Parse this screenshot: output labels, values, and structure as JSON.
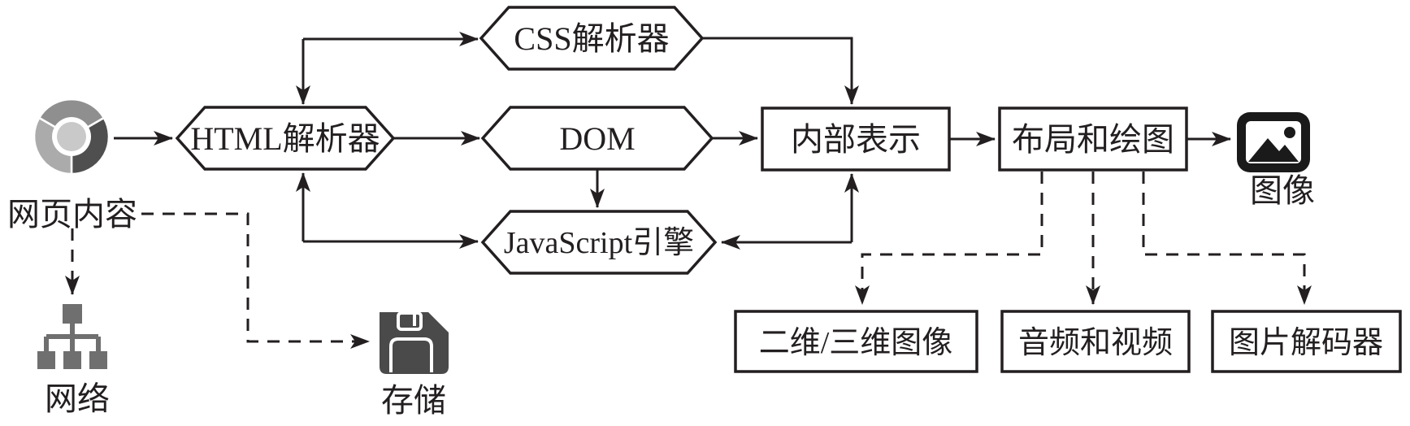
{
  "diagram": {
    "nodes": {
      "web_content": {
        "label": "网页内容"
      },
      "html_parser": {
        "label": "HTML解析器"
      },
      "css_parser": {
        "label": "CSS解析器"
      },
      "dom": {
        "label": "DOM"
      },
      "js_engine": {
        "label": "JavaScript引擎"
      },
      "internal_representation": {
        "label": "内部表示"
      },
      "layout_drawing": {
        "label": "布局和绘图"
      },
      "image_output": {
        "label": "图像"
      },
      "network": {
        "label": "网络"
      },
      "storage": {
        "label": "存储"
      },
      "graphics_2d_3d": {
        "label": "二维/三维图像"
      },
      "audio_video": {
        "label": "音频和视频"
      },
      "image_decoder": {
        "label": "图片解码器"
      }
    },
    "icons": {
      "web_content": "chrome-browser-icon",
      "network": "network-tree-icon",
      "storage": "floppy-disk-icon",
      "image_output": "picture-icon"
    },
    "edges": [
      {
        "from": "web_content",
        "to": "html_parser",
        "style": "solid",
        "bidirectional": false
      },
      {
        "from": "html_parser",
        "to": "css_parser",
        "style": "solid",
        "bidirectional": true
      },
      {
        "from": "html_parser",
        "to": "dom",
        "style": "solid",
        "bidirectional": false
      },
      {
        "from": "html_parser",
        "to": "js_engine",
        "style": "solid",
        "bidirectional": true
      },
      {
        "from": "css_parser",
        "to": "internal_representation",
        "style": "solid",
        "bidirectional": false
      },
      {
        "from": "dom",
        "to": "internal_representation",
        "style": "solid",
        "bidirectional": false
      },
      {
        "from": "dom",
        "to": "js_engine",
        "style": "solid",
        "bidirectional": false
      },
      {
        "from": "js_engine",
        "to": "internal_representation",
        "style": "solid",
        "bidirectional": true
      },
      {
        "from": "internal_representation",
        "to": "layout_drawing",
        "style": "solid",
        "bidirectional": false
      },
      {
        "from": "layout_drawing",
        "to": "image_output",
        "style": "solid",
        "bidirectional": false
      },
      {
        "from": "web_content",
        "to": "network",
        "style": "dashed",
        "bidirectional": false
      },
      {
        "from": "web_content",
        "to": "storage",
        "style": "dashed",
        "bidirectional": false
      },
      {
        "from": "layout_drawing",
        "to": "graphics_2d_3d",
        "style": "dashed",
        "bidirectional": false
      },
      {
        "from": "layout_drawing",
        "to": "audio_video",
        "style": "dashed",
        "bidirectional": false
      },
      {
        "from": "layout_drawing",
        "to": "image_decoder",
        "style": "dashed",
        "bidirectional": false
      }
    ],
    "colors": {
      "ink": "#231f20",
      "background": "#ffffff",
      "browser_icon_dark": "#4f4f4f",
      "browser_icon_mid": "#8f8f8f",
      "browser_icon_light": "#ababab",
      "browser_icon_center": "#c9c9c9",
      "network_icon": "#6f6f6f",
      "storage_icon": "#4a4a4a",
      "picture_icon": "#1a1a1a"
    }
  }
}
